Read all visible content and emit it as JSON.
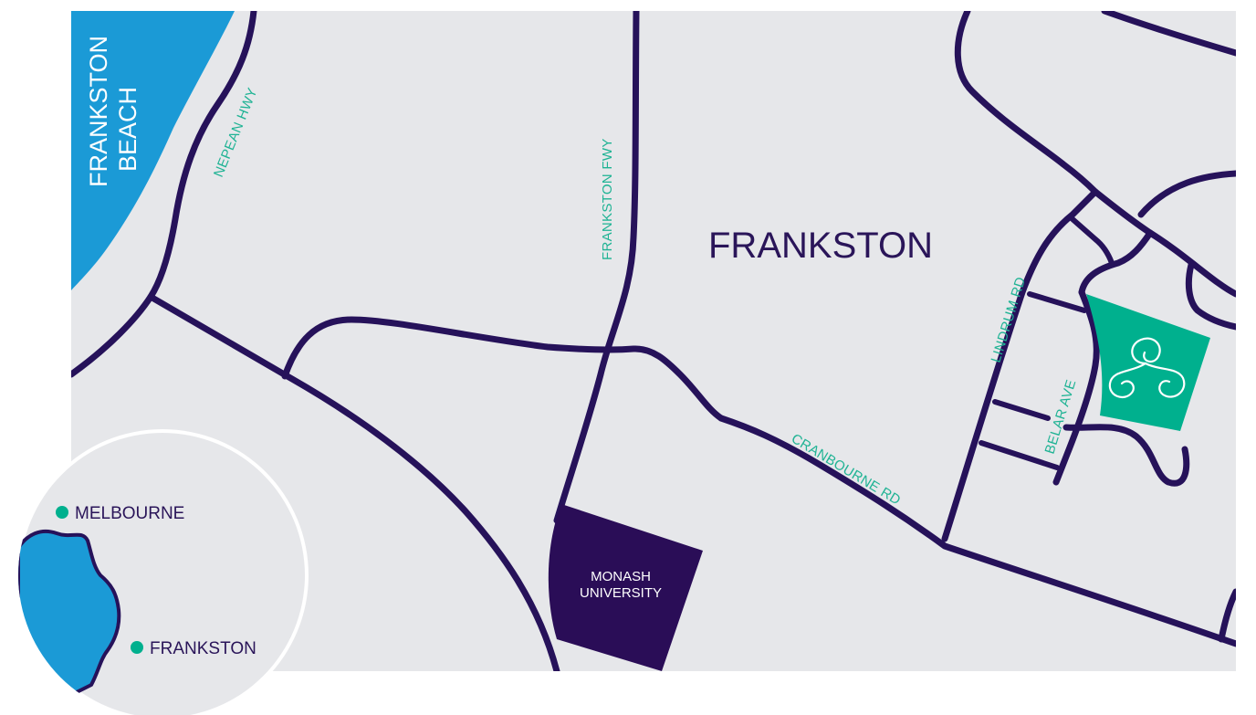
{
  "map": {
    "suburb_label": "FRANKSTON",
    "beach_label_line1": "FRANKSTON",
    "beach_label_line2": "BEACH",
    "university_label_line1": "MONASH",
    "university_label_line2": "UNIVERSITY",
    "roads": {
      "nepean_hwy": "NEPEAN HWY",
      "frankston_fwy": "FRANKSTON FWY",
      "cranbourne_rd": "CRANBOURNE RD",
      "lindrum_rd": "LINDRUM RD",
      "belar_ave": "BELAR AVE"
    },
    "site_icon": "triple-spiral-icon",
    "inset": {
      "places": [
        {
          "name": "MELBOURNE"
        },
        {
          "name": "FRANKSTON"
        }
      ]
    },
    "colors": {
      "land": "#e6e7ea",
      "water": "#1b9ad6",
      "road": "#26125a",
      "university": "#2a0d57",
      "site": "#00b08e",
      "road_label": "#1fb394"
    }
  }
}
